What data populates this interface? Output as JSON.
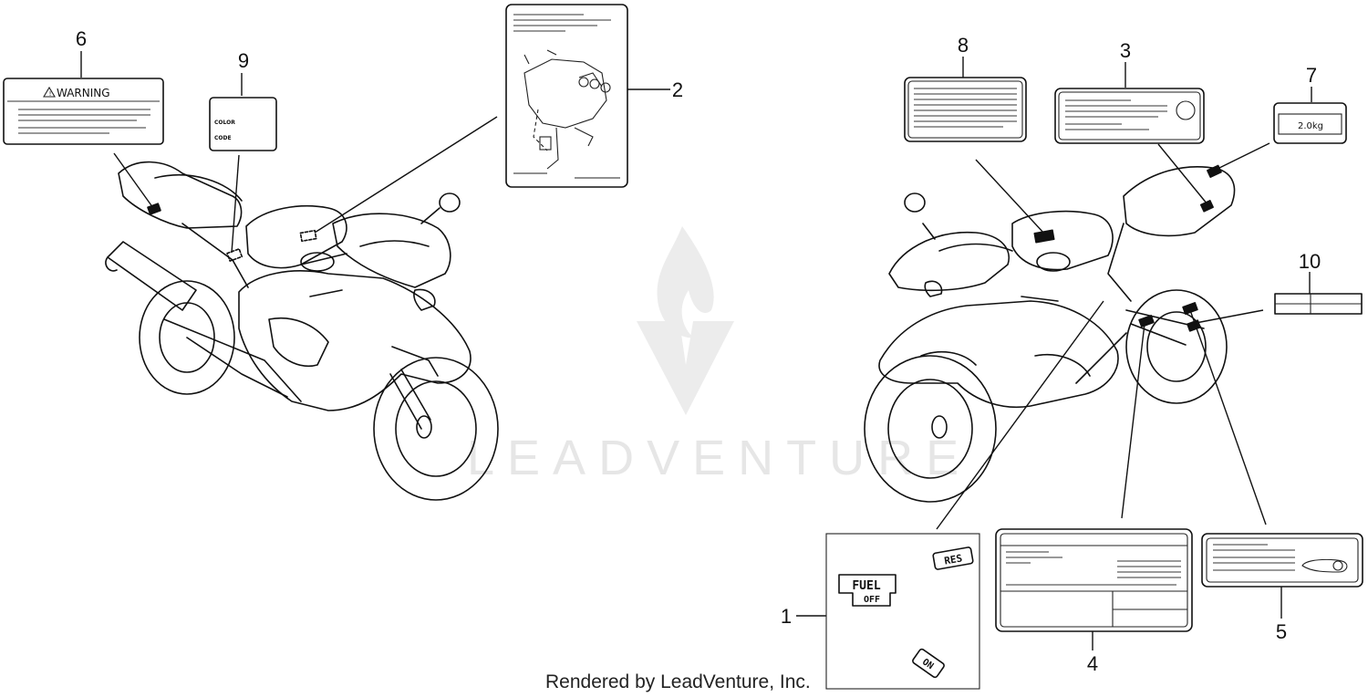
{
  "diagram": {
    "callouts": [
      {
        "id": "1",
        "text": "1"
      },
      {
        "id": "2",
        "text": "2"
      },
      {
        "id": "3",
        "text": "3"
      },
      {
        "id": "4",
        "text": "4"
      },
      {
        "id": "5",
        "text": "5"
      },
      {
        "id": "6",
        "text": "6"
      },
      {
        "id": "7",
        "text": "7"
      },
      {
        "id": "8",
        "text": "8"
      },
      {
        "id": "9",
        "text": "9"
      },
      {
        "id": "10",
        "text": "10"
      }
    ],
    "labels": {
      "warning": "WARNING",
      "color": "COLOR",
      "code": "CODE",
      "weight": "2.0kg",
      "fuel": "FUEL",
      "off": "OFF",
      "res": "RES",
      "on": "ON"
    },
    "watermark": "LEADVENTURE",
    "credit": "Rendered by LeadVenture, Inc."
  }
}
